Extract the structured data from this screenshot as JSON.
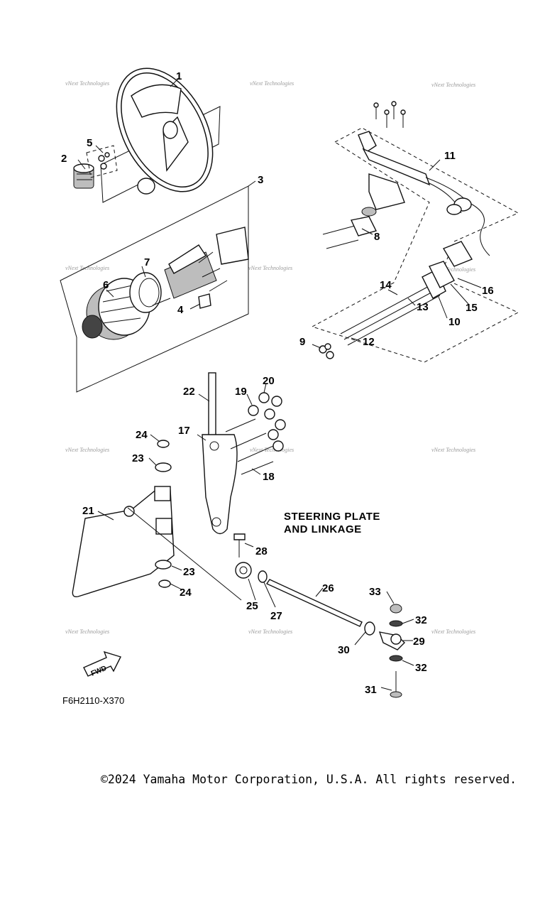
{
  "diagram": {
    "title_line1": "STEERING PLATE",
    "title_line2": "AND LINKAGE",
    "figure_code": "F6H2110-X370",
    "fwd_label": "FWD",
    "watermark": "vNext Technologies",
    "callouts": [
      "1",
      "2",
      "3",
      "4",
      "5",
      "6",
      "7",
      "8",
      "9",
      "10",
      "11",
      "12",
      "13",
      "14",
      "15",
      "16",
      "17",
      "18",
      "19",
      "20",
      "21",
      "22",
      "23",
      "23",
      "24",
      "24",
      "25",
      "26",
      "27",
      "28",
      "29",
      "30",
      "31",
      "32",
      "32",
      "33"
    ]
  },
  "footer": {
    "copyright": "©2024 Yamaha Motor Corporation, U.S.A. All rights reserved."
  }
}
